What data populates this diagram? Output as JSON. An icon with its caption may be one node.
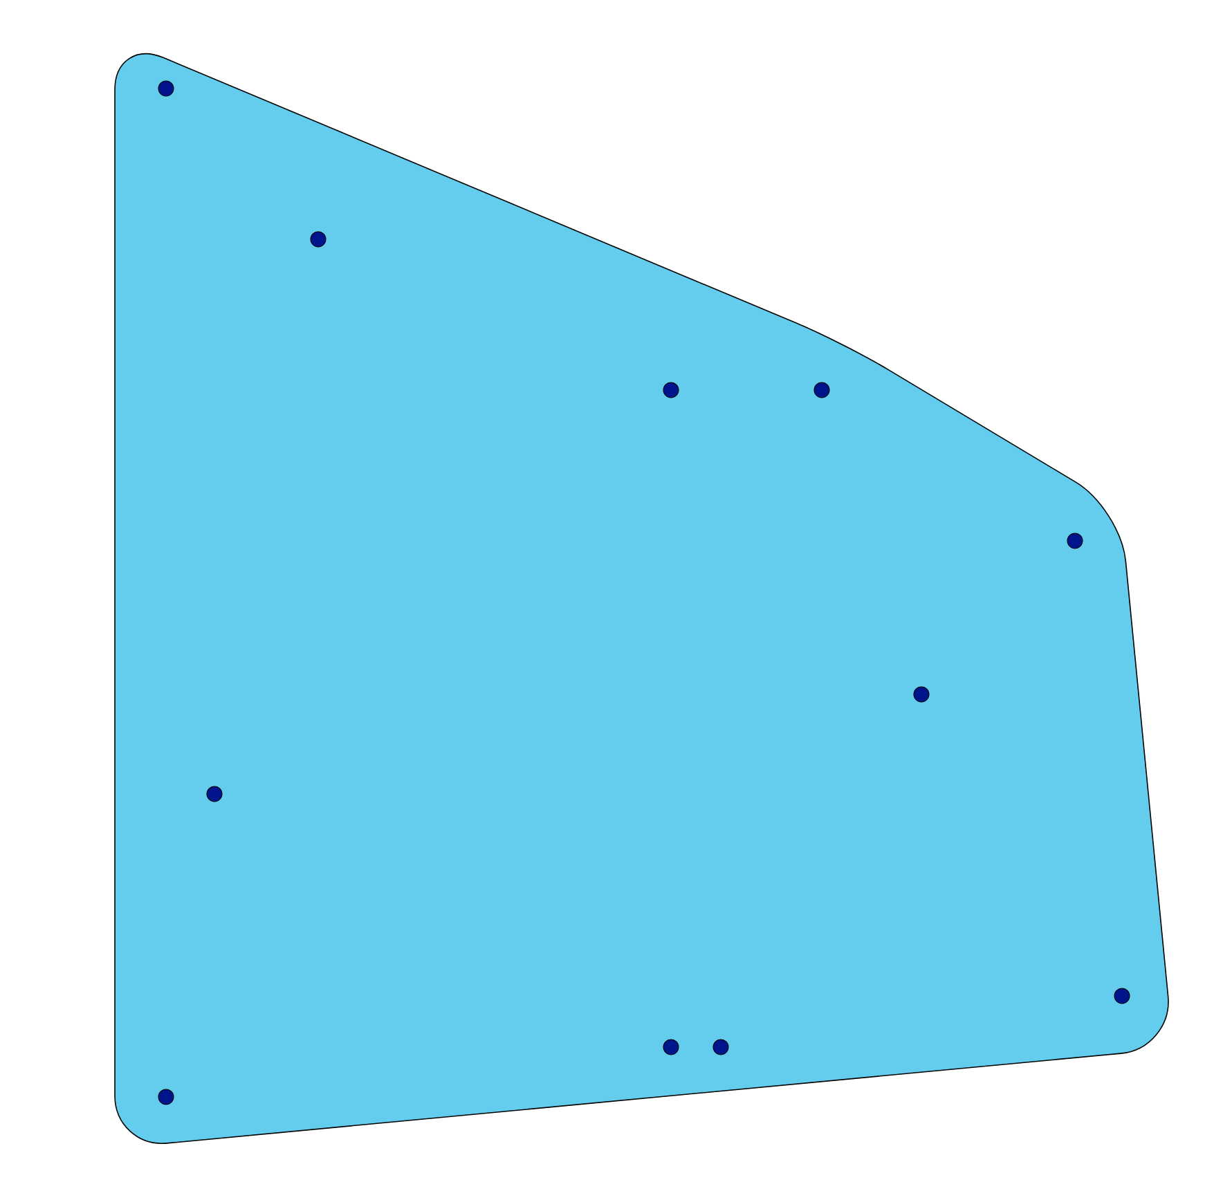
{
  "diagram": {
    "nodes": [
      {
        "text": [],
        "shape": "polygon"
      },
      {
        "text": [],
        "shape": "circle",
        "in": 0
      },
      {
        "text": [],
        "shape": "circle",
        "in": 0
      },
      {
        "text": [],
        "shape": "circle",
        "in": 0
      },
      {
        "text": [],
        "shape": "circle",
        "in": 0
      },
      {
        "text": [],
        "shape": "circle",
        "in": 0
      },
      {
        "text": [],
        "shape": "circle",
        "in": 0
      },
      {
        "text": [],
        "shape": "circle",
        "in": 0
      },
      {
        "text": [],
        "shape": "circle",
        "in": 0
      },
      {
        "text": [],
        "shape": "circle",
        "in": 0
      },
      {
        "text": [],
        "shape": "circle",
        "in": 0
      },
      {
        "text": [],
        "shape": "circle",
        "in": 0
      }
    ]
  }
}
